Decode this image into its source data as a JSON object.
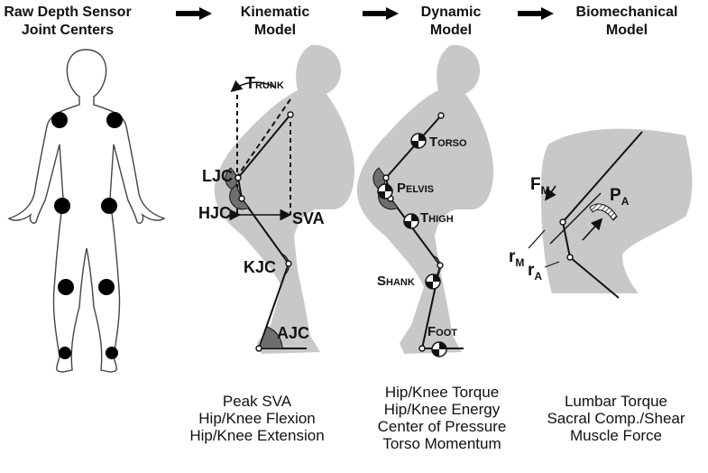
{
  "headers": [
    {
      "line1": "Raw Depth Sensor",
      "line2": "Joint Centers"
    },
    {
      "line1": "Kinematic",
      "line2": "Model"
    },
    {
      "line1": "Dynamic",
      "line2": "Model"
    },
    {
      "line1": "Biomechanical",
      "line2": "Model"
    }
  ],
  "kinematic_labels": {
    "trunk_cap": "T",
    "trunk_rest": "RUNK",
    "ljc": "LJC",
    "hjc": "HJC",
    "sva": "SVA",
    "kjc": "KJC",
    "ajc": "AJC"
  },
  "dynamic_labels": {
    "torso_cap": "T",
    "torso_rest": "ORSO",
    "pelvis_cap": "P",
    "pelvis_rest": "ELVIS",
    "thigh_cap": "T",
    "thigh_rest": "HIGH",
    "shank_cap": "S",
    "shank_rest": "HANK",
    "foot_cap": "F",
    "foot_rest": "OOT"
  },
  "biomech_labels": {
    "fm_main": "F",
    "fm_sub": "M",
    "pa_main": "P",
    "pa_sub": "A",
    "rm_main": "r",
    "rm_sub": "M",
    "ra_main": "r",
    "ra_sub": "A"
  },
  "captions": {
    "kinematic": [
      "Peak SVA",
      "Hip/Knee Flexion",
      "Hip/Knee Extension"
    ],
    "dynamic": [
      "Hip/Knee Torque",
      "Hip/Knee Energy",
      "Center of Pressure",
      "Torso Momentum"
    ],
    "biomechanical": [
      "Lumbar Torque",
      "Sacral Comp./Shear",
      "Muscle Force"
    ]
  },
  "colors": {
    "silhouette": "#c8c8c8",
    "outline": "#555555",
    "joint": "#111111",
    "line": "#111111",
    "angle": "#6e6e6e"
  }
}
